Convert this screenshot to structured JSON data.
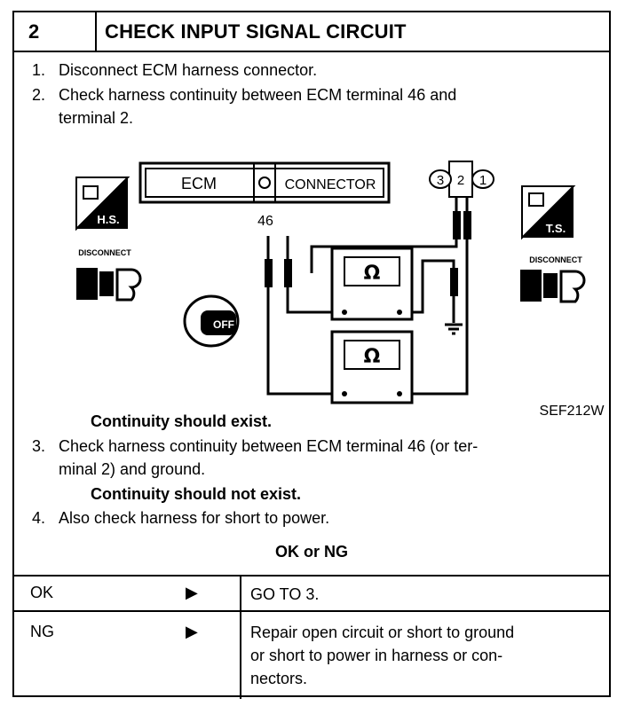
{
  "header": {
    "number": "2",
    "title": "CHECK INPUT SIGNAL CIRCUIT"
  },
  "steps": [
    {
      "num": "1.",
      "text": "Disconnect ECM harness connector."
    },
    {
      "num": "2.",
      "line1": "Check harness continuity between ECM terminal 46 and",
      "line2": "terminal 2."
    },
    {
      "num": "3.",
      "line1": "Check harness continuity between ECM terminal 46 (or ter-",
      "line2": "minal 2) and ground."
    },
    {
      "num": "4.",
      "text": "Also check harness for short to power."
    }
  ],
  "continuity": {
    "exist": "Continuity should exist.",
    "not_exist": "Continuity should not exist."
  },
  "diagram": {
    "ecm_label": "ECM",
    "connector_label": "CONNECTOR",
    "terminal_46": "46",
    "pins": [
      "3",
      "2",
      "1"
    ],
    "hs_label": "H.S.",
    "ts_label": "T.S.",
    "disconnect_label": "DISCONNECT",
    "off_label": "OFF",
    "ohm_symbol": "Ω",
    "ref_code": "SEF212W"
  },
  "result": {
    "title": "OK or NG",
    "rows": [
      {
        "label": "OK",
        "arrow": "▶",
        "text": "GO TO 3."
      },
      {
        "label": "NG",
        "arrow": "▶",
        "lines": [
          "Repair open circuit or short to ground",
          "or short to power in harness or con-",
          "nectors."
        ]
      }
    ]
  }
}
